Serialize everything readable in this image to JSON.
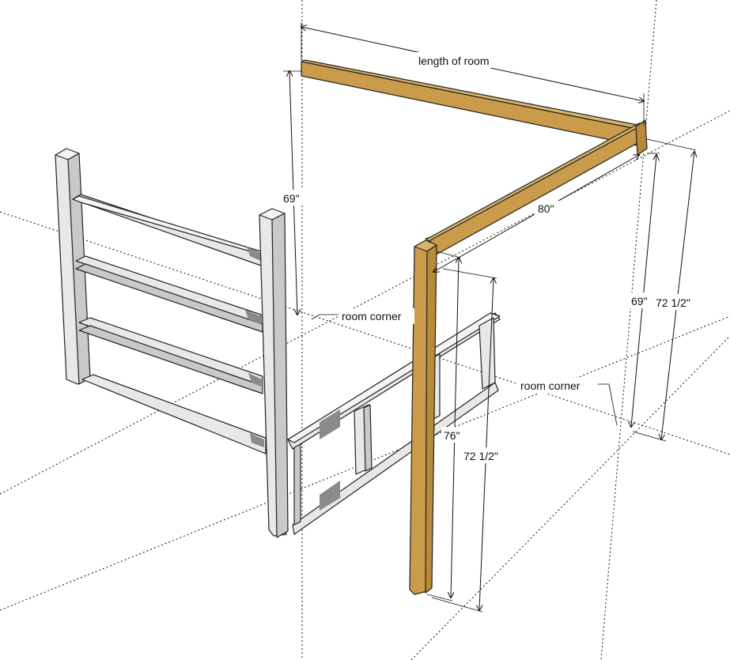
{
  "labels": {
    "length_of_room": "length of room",
    "dim_80": "80\"",
    "dim_69_left": "69\"",
    "dim_69_right": "69\"",
    "dim_72_5_right": "72 1/2\"",
    "dim_76": "76\"",
    "dim_72_5_front": "72 1/2\"",
    "room_corner_left": "room corner",
    "room_corner_right": "room corner"
  },
  "colors": {
    "wood": "#c99b4a",
    "white_lumber": "#e8e8e8",
    "line": "#111111"
  }
}
